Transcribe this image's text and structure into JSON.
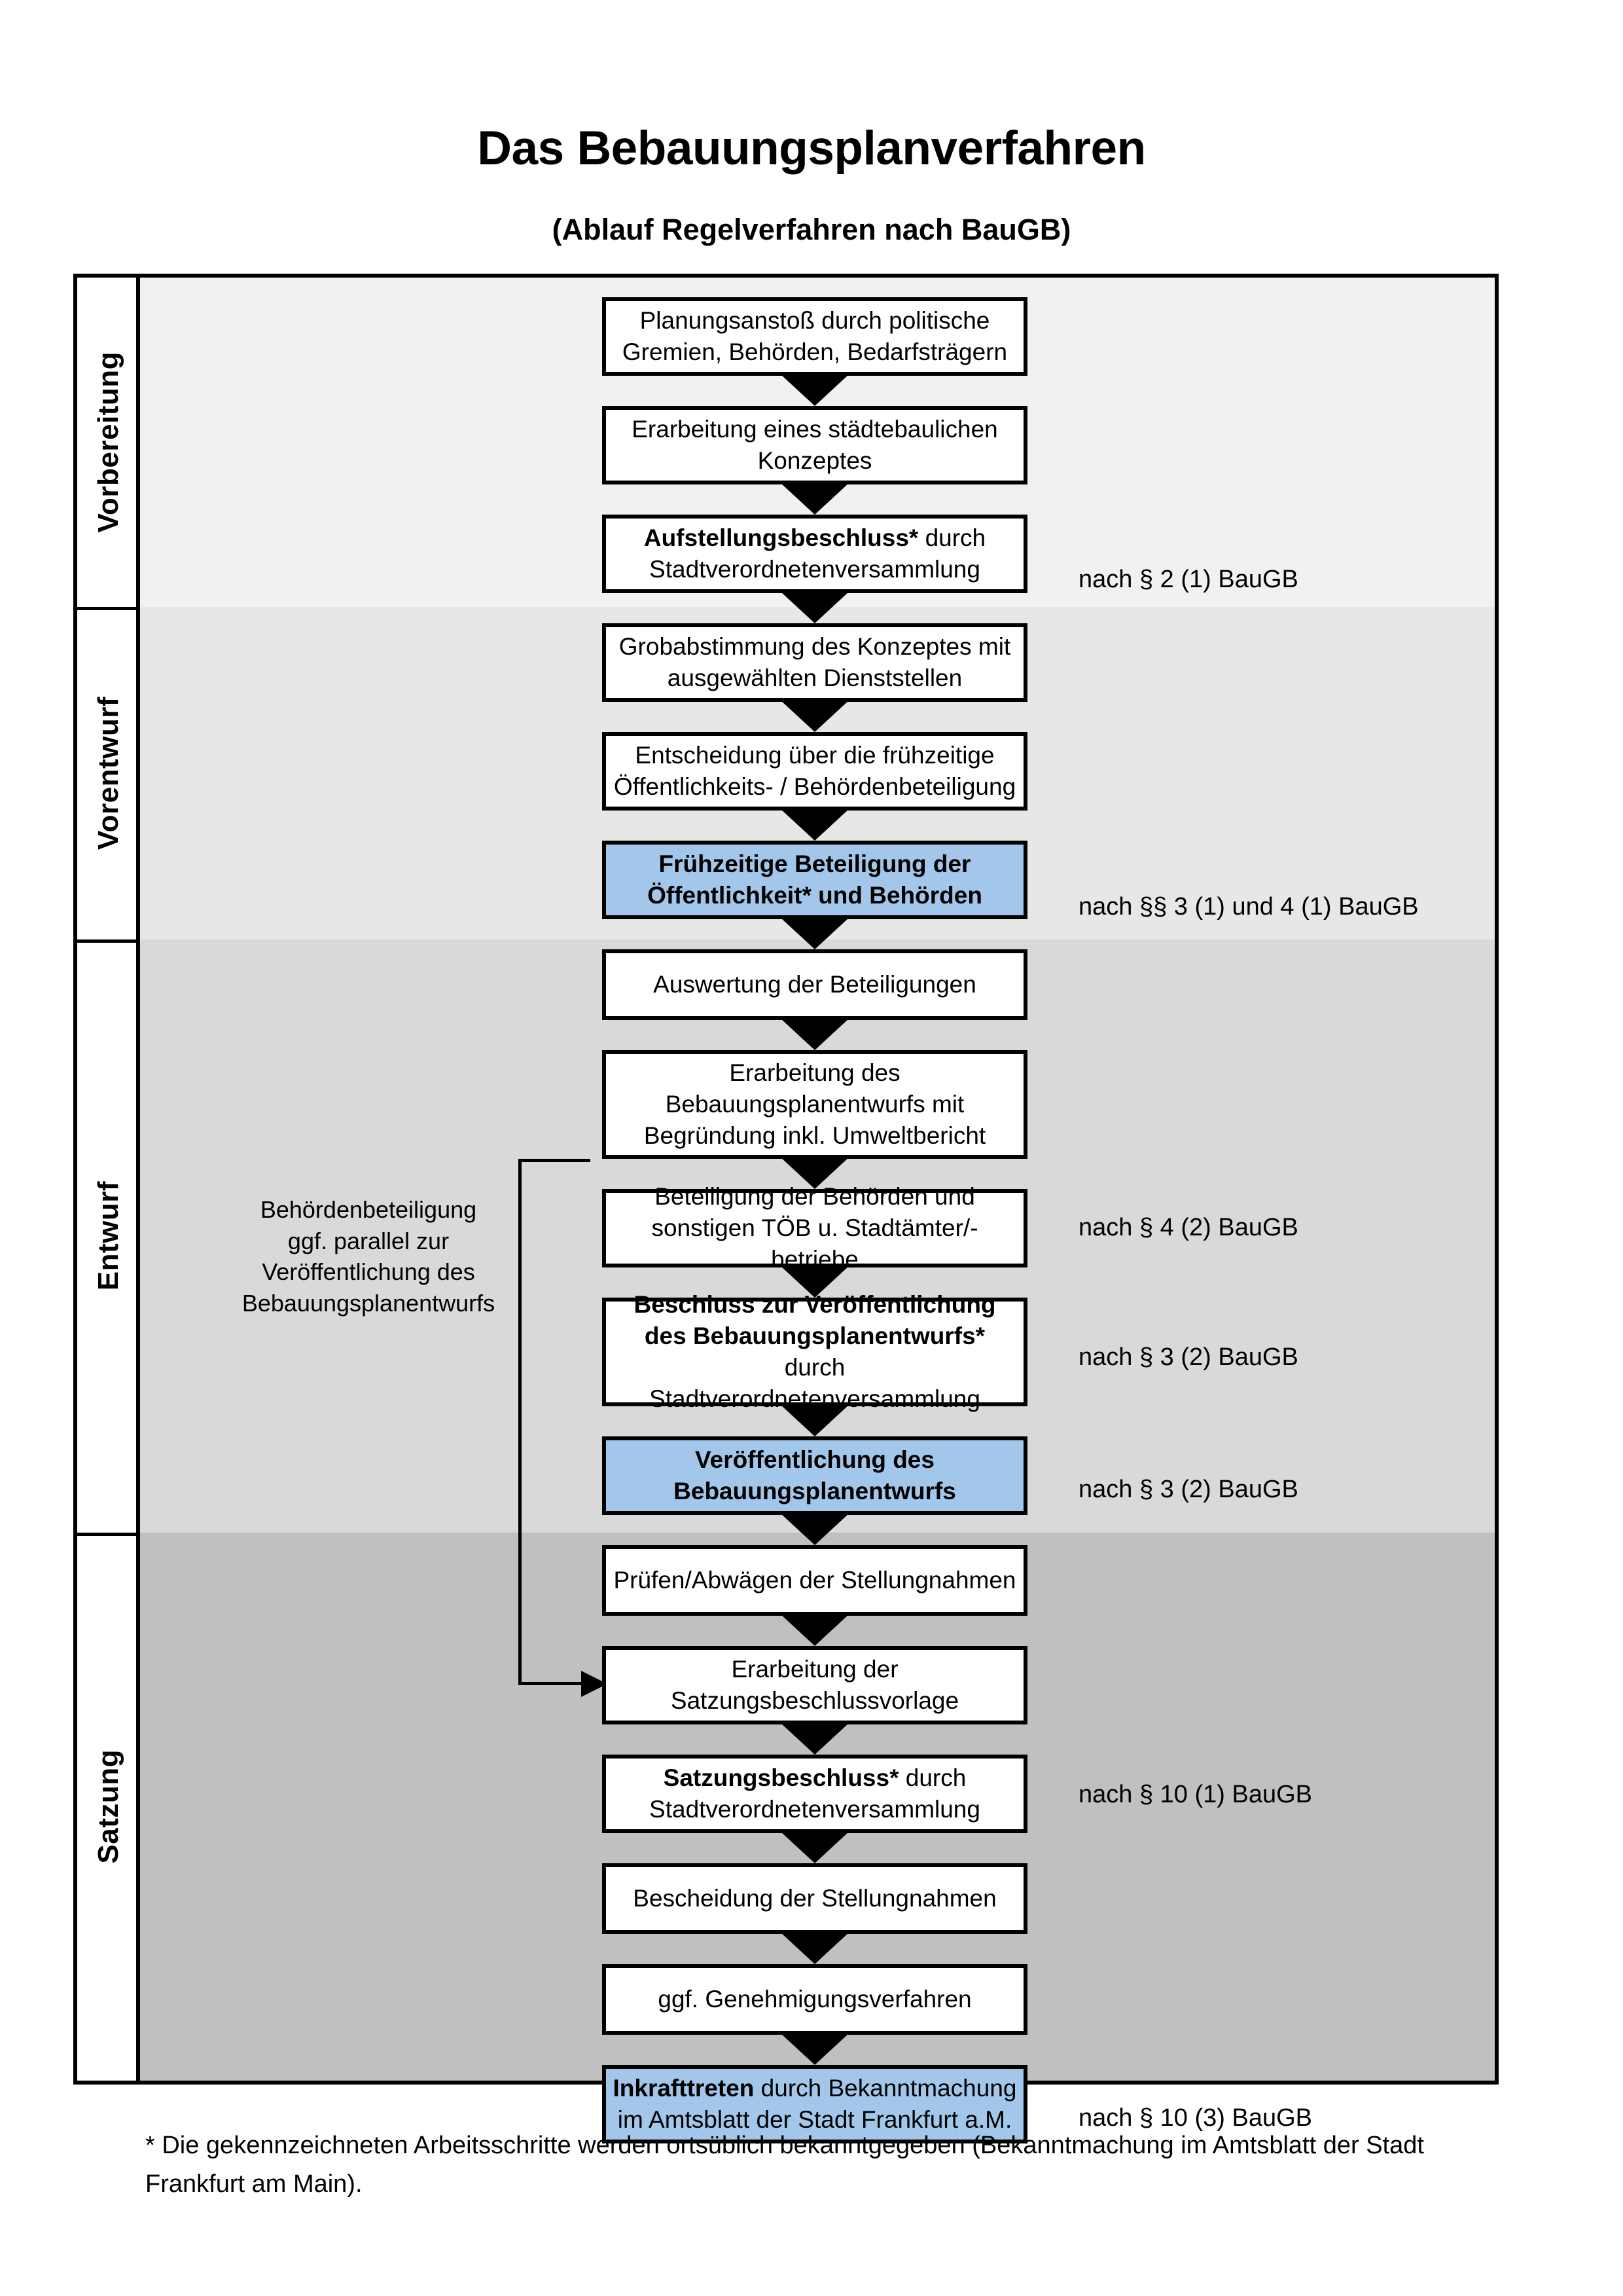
{
  "title": "Das Bebauungsplanverfahren",
  "subtitle": "(Ablauf Regelverfahren nach BauGB)",
  "phases": [
    {
      "label": "Vorbereitung"
    },
    {
      "label": "Vorentwurf"
    },
    {
      "label": "Entwurf"
    },
    {
      "label": "Satzung"
    }
  ],
  "steps": [
    {
      "id": "planungsanstoss",
      "phase": "Vorbereitung",
      "bold": "",
      "line1": "Planungsanstoß durch politische",
      "line2": "Gremien, Behörden, Bedarfsträgern",
      "line3": "",
      "highlight": false
    },
    {
      "id": "konzept",
      "phase": "Vorbereitung",
      "bold": "",
      "line1": "Erarbeitung eines städtebaulichen",
      "line2": "Konzeptes",
      "line3": "",
      "highlight": false
    },
    {
      "id": "aufstellungsbeschluss",
      "phase": "Vorbereitung",
      "bold": "Aufstellungsbeschluss*",
      "line1": " durch",
      "line2": "Stadtverordnetenversammlung",
      "line3": "",
      "highlight": false
    },
    {
      "id": "grobabstimmung",
      "phase": "Vorentwurf",
      "bold": "",
      "line1": "Grobabstimmung des Konzeptes mit",
      "line2": "ausgewählten Dienststellen",
      "line3": "",
      "highlight": false
    },
    {
      "id": "entscheidung",
      "phase": "Vorentwurf",
      "bold": "",
      "line1": "Entscheidung über die frühzeitige",
      "line2": "Öffentlichkeits- / Behördenbeteiligung",
      "line3": "",
      "highlight": false
    },
    {
      "id": "fruehzeitige",
      "phase": "Vorentwurf",
      "bold": "Frühzeitige Beteiligung der",
      "line1": "Öffentlichkeit* und Behörden",
      "line2": "",
      "line3": "",
      "highlight": true
    },
    {
      "id": "auswertung",
      "phase": "Entwurf",
      "bold": "",
      "line1": "Auswertung der Beteiligungen",
      "line2": "",
      "line3": "",
      "highlight": false
    },
    {
      "id": "erarbeitung-entwurf",
      "phase": "Entwurf",
      "bold": "",
      "line1": "Erarbeitung des",
      "line2": "Bebauungsplanentwurfs mit",
      "line3": "Begründung inkl. Umweltbericht",
      "highlight": false
    },
    {
      "id": "beteiligung-behoerden",
      "phase": "Entwurf",
      "bold": "",
      "line1": "Beteiligung der Behörden und",
      "line2": "sonstigen TÖB u. Stadtämter/-betriebe",
      "line3": "",
      "highlight": false
    },
    {
      "id": "beschluss-veroeff",
      "phase": "Entwurf",
      "bold": "Beschluss zur Veröffentlichung des Bebauungsplanentwurfs*",
      "line1": " durch",
      "line2": "Stadtverordnetenversammlung",
      "line3": "",
      "highlight": false
    },
    {
      "id": "veroeffentlichung",
      "phase": "Entwurf",
      "bold": "Veröffentlichung des",
      "line1": "Bebauungsplanentwurfs",
      "line2": "",
      "line3": "",
      "highlight": true
    },
    {
      "id": "pruefen-abwaegen",
      "phase": "Satzung",
      "bold": "",
      "line1": "Prüfen/Abwägen der Stellungnahmen",
      "line2": "",
      "line3": "",
      "highlight": false
    },
    {
      "id": "satzungsvorlage",
      "phase": "Satzung",
      "bold": "",
      "line1": "Erarbeitung der",
      "line2": "Satzungsbeschlussvorlage",
      "line3": "",
      "highlight": false
    },
    {
      "id": "satzungsbeschluss",
      "phase": "Satzung",
      "bold": "Satzungsbeschluss*",
      "line1": " durch",
      "line2": "Stadtverordnetenversammlung",
      "line3": "",
      "highlight": false
    },
    {
      "id": "bescheidung",
      "phase": "Satzung",
      "bold": "",
      "line1": "Bescheidung der Stellungnahmen",
      "line2": "",
      "line3": "",
      "highlight": false
    },
    {
      "id": "genehmigung",
      "phase": "Satzung",
      "bold": "",
      "line1": "ggf. Genehmigungsverfahren",
      "line2": "",
      "line3": "",
      "highlight": false
    },
    {
      "id": "inkrafttreten",
      "phase": "Satzung",
      "bold": "Inkrafttreten",
      "line1": " durch Bekanntmachung",
      "line2": "im Amtsblatt der Stadt Frankfurt a.M.",
      "line3": "",
      "highlight": true
    }
  ],
  "legal_refs": [
    {
      "for": "aufstellungsbeschluss",
      "text": "nach § 2 (1) BauGB"
    },
    {
      "for": "fruehzeitige",
      "text": "nach §§ 3 (1) und 4 (1) BauGB"
    },
    {
      "for": "beteiligung-behoerden",
      "text": "nach § 4 (2) BauGB"
    },
    {
      "for": "beschluss-veroeff",
      "text": "nach § 3 (2) BauGB"
    },
    {
      "for": "veroeffentlichung",
      "text": "nach § 3 (2) BauGB"
    },
    {
      "for": "satzungsbeschluss",
      "text": "nach § 10 (1) BauGB"
    },
    {
      "for": "inkrafttreten",
      "text": "nach § 10 (3) BauGB"
    }
  ],
  "annotation": {
    "line1": "Behördenbeteiligung",
    "line2": "ggf. parallel zur",
    "line3": "Veröffentlichung des",
    "line4": "Bebauungsplanentwurfs"
  },
  "footnote": "* Die gekennzeichneten Arbeitsschritte werden ortsüblich bekanntgegeben (Bekanntmachung im Amtsblatt  der Stadt Frankfurt am Main).",
  "colors": {
    "highlight_blue": "#a2c7ea",
    "band_vorbereitung": "#f1f1f1",
    "band_vorentwurf": "#e7e7e7",
    "band_entwurf": "#d9d9d9",
    "band_satzung": "#c0c0c0",
    "stroke": "#000000"
  }
}
